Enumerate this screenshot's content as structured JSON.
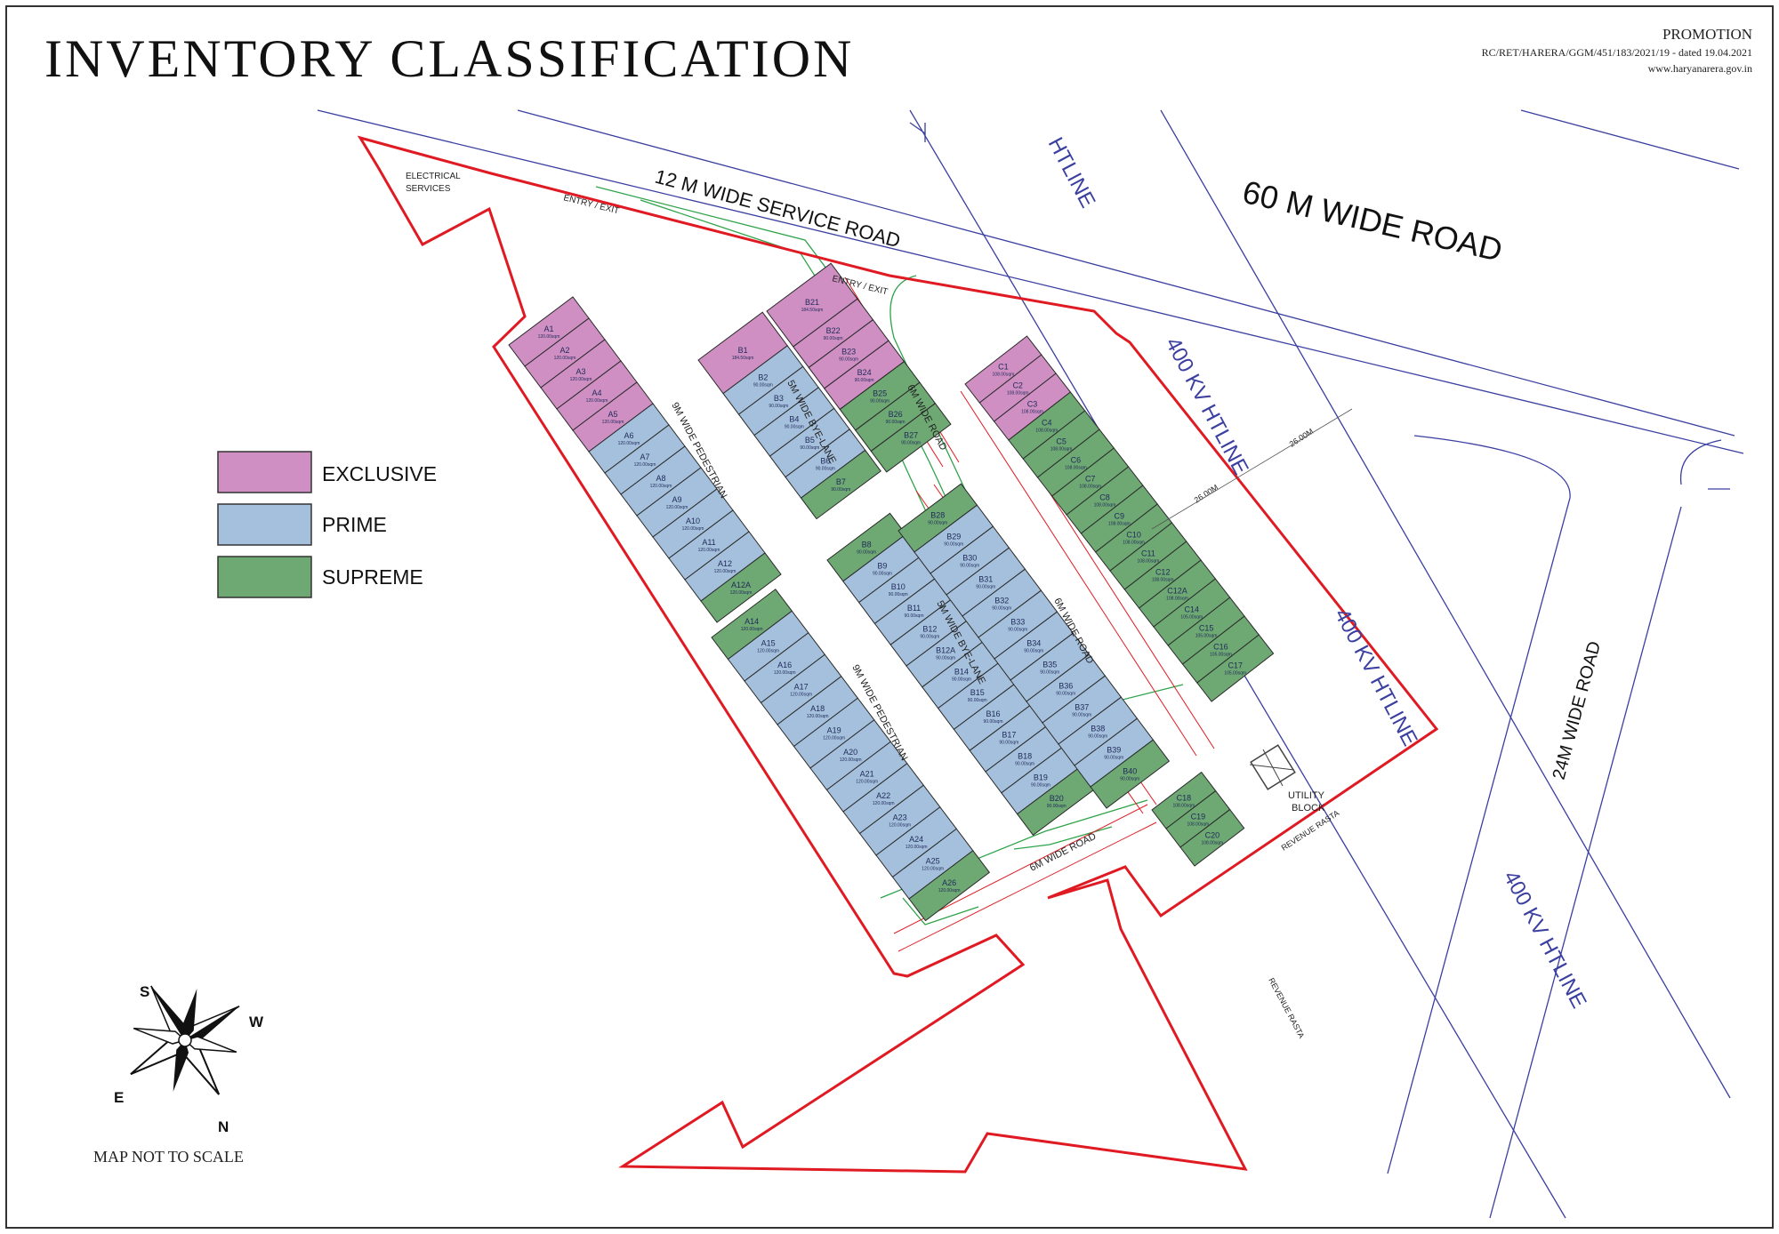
{
  "header": {
    "title": "INVENTORY CLASSIFICATION",
    "promotion": "PROMOTION",
    "registration": "RC/RET/HARERA/GGM/451/183/2021/19 - dated 19.04.2021",
    "website": "www.haryanarera.gov.in"
  },
  "legend": [
    {
      "label": "EXCLUSIVE",
      "color": "#cf8fc3"
    },
    {
      "label": "PRIME",
      "color": "#a5c0dc"
    },
    {
      "label": "SUPREME",
      "color": "#6ea873"
    }
  ],
  "colors": {
    "exclusive": "#cf8fc3",
    "prime": "#a5c0dc",
    "supreme": "#6ea873",
    "boundary": "#e01a22",
    "road_line": "#3a3fa0",
    "green_line": "#2fa34a"
  },
  "roads": {
    "road_60m": "60 M  WIDE ROAD",
    "service_road": "12 M  WIDE SERVICE ROAD",
    "road_24m": "24M WIDE ROAD",
    "htline_top": "HTLINE",
    "htline_400_a": "400 KV HTLINE",
    "htline_400_b": "400 KV HTLINE",
    "htline_400_c": "400 KV HTLINE",
    "entry_exit_1": "ENTRY / EXIT",
    "entry_exit_2": "ENTRY / EXIT",
    "electrical": "ELECTRICAL",
    "services": "SERVICES",
    "pedestrian_1": "9M WIDE PEDESTRIAN",
    "pedestrian_2": "9M WIDE PEDESTRIAN",
    "byelane_1": "5M WIDE BYE-LANE",
    "byelane_2": "5M WIDE BYE-LANE",
    "road_6m_1": "6M WIDE ROAD",
    "road_6m_2": "6M WIDE ROAD",
    "road_6m_3": "6M WIDE ROAD",
    "utility": "UTILITY",
    "block": "BLOCK",
    "revenue_rasta_1": "REVENUE RASTA",
    "revenue_rasta_2": "REVENUE RASTA",
    "dim_26m_1": "26.00M",
    "dim_26m_2": "26.00M"
  },
  "footer": {
    "note": "MAP NOT TO SCALE"
  },
  "compass": {
    "s": "S",
    "w": "W",
    "e": "E",
    "n": "N"
  },
  "strips": [
    {
      "plots": [
        {
          "id": "A1",
          "area": "120.00sqm",
          "category": "exclusive"
        },
        {
          "id": "A2",
          "area": "120.00sqm",
          "category": "exclusive"
        },
        {
          "id": "A3",
          "area": "120.00sqm",
          "category": "exclusive"
        },
        {
          "id": "A4",
          "area": "120.00sqm",
          "category": "exclusive"
        },
        {
          "id": "A5",
          "area": "120.00sqm",
          "category": "exclusive"
        },
        {
          "id": "A6",
          "area": "120.00sqm",
          "category": "prime"
        },
        {
          "id": "A7",
          "area": "120.00sqm",
          "category": "prime"
        },
        {
          "id": "A8",
          "area": "120.00sqm",
          "category": "prime"
        },
        {
          "id": "A9",
          "area": "120.00sqm",
          "category": "prime"
        },
        {
          "id": "A10",
          "area": "120.00sqm",
          "category": "prime"
        },
        {
          "id": "A11",
          "area": "120.00sqm",
          "category": "prime"
        },
        {
          "id": "A12",
          "area": "120.00sqm",
          "category": "prime"
        },
        {
          "id": "A12A",
          "area": "120.00sqm",
          "category": "supreme"
        }
      ]
    },
    {
      "plots": [
        {
          "id": "A14",
          "area": "120.00sqm",
          "category": "supreme"
        },
        {
          "id": "A15",
          "area": "120.00sqm",
          "category": "prime"
        },
        {
          "id": "A16",
          "area": "120.00sqm",
          "category": "prime"
        },
        {
          "id": "A17",
          "area": "120.00sqm",
          "category": "prime"
        },
        {
          "id": "A18",
          "area": "120.00sqm",
          "category": "prime"
        },
        {
          "id": "A19",
          "area": "120.00sqm",
          "category": "prime"
        },
        {
          "id": "A20",
          "area": "120.00sqm",
          "category": "prime"
        },
        {
          "id": "A21",
          "area": "120.00sqm",
          "category": "prime"
        },
        {
          "id": "A22",
          "area": "120.00sqm",
          "category": "prime"
        },
        {
          "id": "A23",
          "area": "120.00sqm",
          "category": "prime"
        },
        {
          "id": "A24",
          "area": "120.00sqm",
          "category": "prime"
        },
        {
          "id": "A25",
          "area": "120.00sqm",
          "category": "prime"
        },
        {
          "id": "A26",
          "area": "120.00sqm",
          "category": "supreme"
        }
      ]
    },
    {
      "plots": [
        {
          "id": "B1",
          "area": "184.50sqm",
          "category": "exclusive"
        },
        {
          "id": "B2",
          "area": "90.00sqm",
          "category": "prime"
        },
        {
          "id": "B3",
          "area": "90.00sqm",
          "category": "prime"
        },
        {
          "id": "B4",
          "area": "90.00sqm",
          "category": "prime"
        },
        {
          "id": "B5",
          "area": "90.00sqm",
          "category": "prime"
        },
        {
          "id": "B6",
          "area": "90.00sqm",
          "category": "prime"
        },
        {
          "id": "B7",
          "area": "90.00sqm",
          "category": "supreme"
        }
      ]
    },
    {
      "plots": [
        {
          "id": "B21",
          "area": "184.50sqm",
          "category": "exclusive"
        },
        {
          "id": "B22",
          "area": "90.00sqm",
          "category": "exclusive"
        },
        {
          "id": "B23",
          "area": "90.00sqm",
          "category": "exclusive"
        },
        {
          "id": "B24",
          "area": "90.00sqm",
          "category": "exclusive"
        },
        {
          "id": "B25",
          "area": "90.00sqm",
          "category": "supreme"
        },
        {
          "id": "B26",
          "area": "90.00sqm",
          "category": "supreme"
        },
        {
          "id": "B27",
          "area": "90.00sqm",
          "category": "supreme"
        }
      ]
    },
    {
      "plots": [
        {
          "id": "B8",
          "area": "90.00sqm",
          "category": "supreme"
        },
        {
          "id": "B9",
          "area": "90.00sqm",
          "category": "prime"
        },
        {
          "id": "B10",
          "area": "90.00sqm",
          "category": "prime"
        },
        {
          "id": "B11",
          "area": "90.00sqm",
          "category": "prime"
        },
        {
          "id": "B12",
          "area": "90.00sqm",
          "category": "prime"
        },
        {
          "id": "B12A",
          "area": "90.00sqm",
          "category": "prime"
        },
        {
          "id": "B14",
          "area": "90.00sqm",
          "category": "prime"
        },
        {
          "id": "B15",
          "area": "90.00sqm",
          "category": "prime"
        },
        {
          "id": "B16",
          "area": "90.00sqm",
          "category": "prime"
        },
        {
          "id": "B17",
          "area": "90.00sqm",
          "category": "prime"
        },
        {
          "id": "B18",
          "area": "90.00sqm",
          "category": "prime"
        },
        {
          "id": "B19",
          "area": "90.00sqm",
          "category": "prime"
        },
        {
          "id": "B20",
          "area": "90.00sqm",
          "category": "supreme"
        }
      ]
    },
    {
      "plots": [
        {
          "id": "B28",
          "area": "90.00sqm",
          "category": "supreme"
        },
        {
          "id": "B29",
          "area": "90.00sqm",
          "category": "prime"
        },
        {
          "id": "B30",
          "area": "90.00sqm",
          "category": "prime"
        },
        {
          "id": "B31",
          "area": "90.00sqm",
          "category": "prime"
        },
        {
          "id": "B32",
          "area": "90.00sqm",
          "category": "prime"
        },
        {
          "id": "B33",
          "area": "90.00sqm",
          "category": "prime"
        },
        {
          "id": "B34",
          "area": "90.00sqm",
          "category": "prime"
        },
        {
          "id": "B35",
          "area": "90.00sqm",
          "category": "prime"
        },
        {
          "id": "B36",
          "area": "90.00sqm",
          "category": "prime"
        },
        {
          "id": "B37",
          "area": "90.00sqm",
          "category": "prime"
        },
        {
          "id": "B38",
          "area": "90.00sqm",
          "category": "prime"
        },
        {
          "id": "B39",
          "area": "90.00sqm",
          "category": "prime"
        },
        {
          "id": "B40",
          "area": "90.00sqm",
          "category": "supreme"
        }
      ]
    },
    {
      "plots": [
        {
          "id": "C1",
          "area": "108.00sqm",
          "category": "exclusive"
        },
        {
          "id": "C2",
          "area": "108.00sqm",
          "category": "exclusive"
        },
        {
          "id": "C3",
          "area": "108.00sqm",
          "category": "exclusive"
        },
        {
          "id": "C4",
          "area": "108.00sqm",
          "category": "supreme"
        },
        {
          "id": "C5",
          "area": "108.00sqm",
          "category": "supreme"
        },
        {
          "id": "C6",
          "area": "108.00sqm",
          "category": "supreme"
        },
        {
          "id": "C7",
          "area": "108.00sqm",
          "category": "supreme"
        },
        {
          "id": "C8",
          "area": "108.00sqm",
          "category": "supreme"
        },
        {
          "id": "C9",
          "area": "108.00sqm",
          "category": "supreme"
        },
        {
          "id": "C10",
          "area": "108.00sqm",
          "category": "supreme"
        },
        {
          "id": "C11",
          "area": "108.00sqm",
          "category": "supreme"
        },
        {
          "id": "C12",
          "area": "108.00sqm",
          "category": "supreme"
        },
        {
          "id": "C12A",
          "area": "108.00sqm",
          "category": "supreme"
        },
        {
          "id": "C14",
          "area": "105.00sqm",
          "category": "supreme"
        },
        {
          "id": "C15",
          "area": "105.00sqm",
          "category": "supreme"
        },
        {
          "id": "C16",
          "area": "105.00sqm",
          "category": "supreme"
        },
        {
          "id": "C17",
          "area": "105.00sqm",
          "category": "supreme"
        }
      ]
    },
    {
      "plots": [
        {
          "id": "C18",
          "area": "108.00sqm",
          "category": "supreme"
        },
        {
          "id": "C19",
          "area": "108.00sqm",
          "category": "supreme"
        },
        {
          "id": "C20",
          "area": "108.00sqm",
          "category": "supreme"
        }
      ]
    }
  ]
}
